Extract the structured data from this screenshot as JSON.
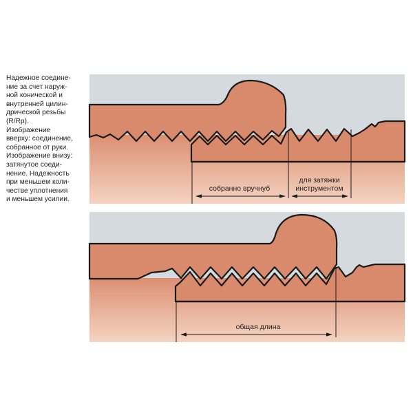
{
  "caption_lines": [
    "Надежное соедине-",
    "ние за счет наруж-",
    "ной конической и",
    "внутренней цилин-",
    "дрической резьбы",
    "(R/Rp).",
    "Изображение",
    "вверху: соединение,",
    "собранное от руки.",
    "Изображение внизу:",
    "затянутое соеди-",
    "нение. Надежность",
    "при меньшем коли-",
    "честве уплотнения",
    "и меньшем усилии."
  ],
  "top_diagram": {
    "label_hand": "собранно вручнуб",
    "label_tool_1": "для затяжки",
    "label_tool_2": "инструментом"
  },
  "bottom_diagram": {
    "label_total": "общая длина"
  },
  "colors": {
    "background": "#d4dadd",
    "metal": "#d98a6c",
    "pipe_light": "#f2cdb9",
    "line": "#1a1a1a"
  }
}
